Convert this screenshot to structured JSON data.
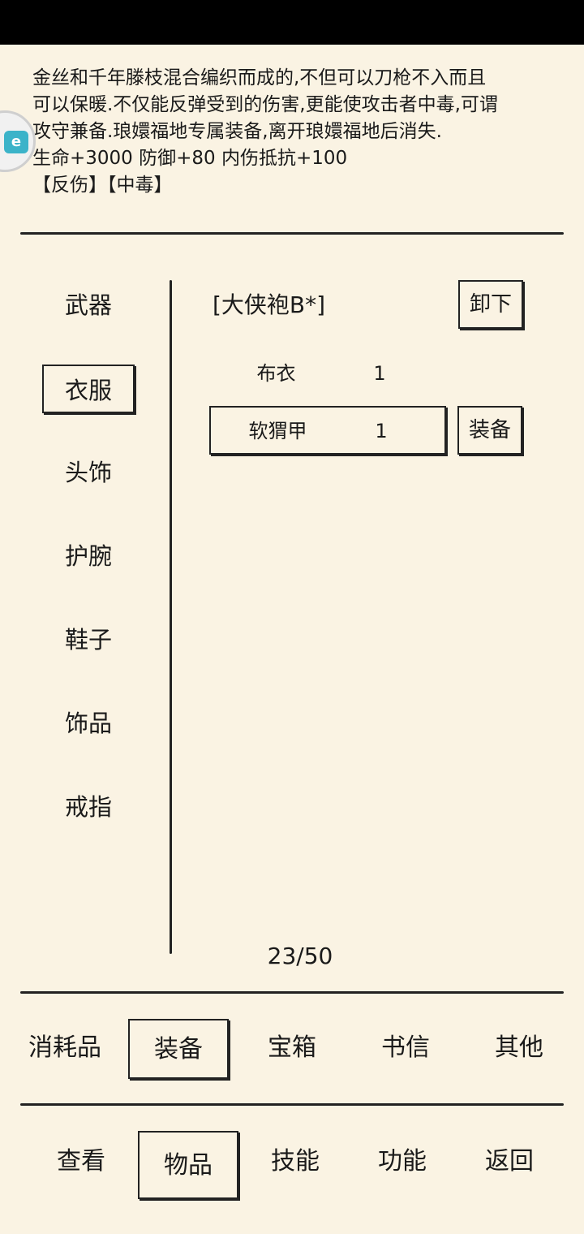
{
  "description": {
    "lines": [
      "金丝和千年滕枝混合编织而成的,不但可以刀枪不入而且",
      "可以保暖.不仅能反弹受到的伤害,更能使攻击者中毒,可谓",
      "攻守兼备.琅嬛福地专属装备,离开琅嬛福地后消失.",
      "生命+3000 防御+80 内伤抵抗+100",
      "【反伤】【中毒】"
    ]
  },
  "floating_ball": {
    "glyph": "e"
  },
  "sidebar": {
    "items": [
      {
        "label": "武器",
        "selected": false
      },
      {
        "label": "衣服",
        "selected": true
      },
      {
        "label": "头饰",
        "selected": false
      },
      {
        "label": "护腕",
        "selected": false
      },
      {
        "label": "鞋子",
        "selected": false
      },
      {
        "label": "饰品",
        "selected": false
      },
      {
        "label": "戒指",
        "selected": false
      }
    ]
  },
  "main": {
    "equipped": "[大侠袍B*]",
    "unequip_label": "卸下",
    "items": [
      {
        "name": "布衣",
        "qty": "1",
        "selected": false
      },
      {
        "name": "软猬甲",
        "qty": "1",
        "selected": true
      }
    ],
    "equip_label": "装备",
    "page_count": "23/50"
  },
  "category_tabs": [
    {
      "label": "消耗品",
      "selected": false
    },
    {
      "label": "装备",
      "selected": true
    },
    {
      "label": "宝箱",
      "selected": false
    },
    {
      "label": "书信",
      "selected": false
    },
    {
      "label": "其他",
      "selected": false
    }
  ],
  "bottom_nav": [
    {
      "label": "查看",
      "selected": false
    },
    {
      "label": "物品",
      "selected": true
    },
    {
      "label": "技能",
      "selected": false
    },
    {
      "label": "功能",
      "selected": false
    },
    {
      "label": "返回",
      "selected": false
    }
  ]
}
